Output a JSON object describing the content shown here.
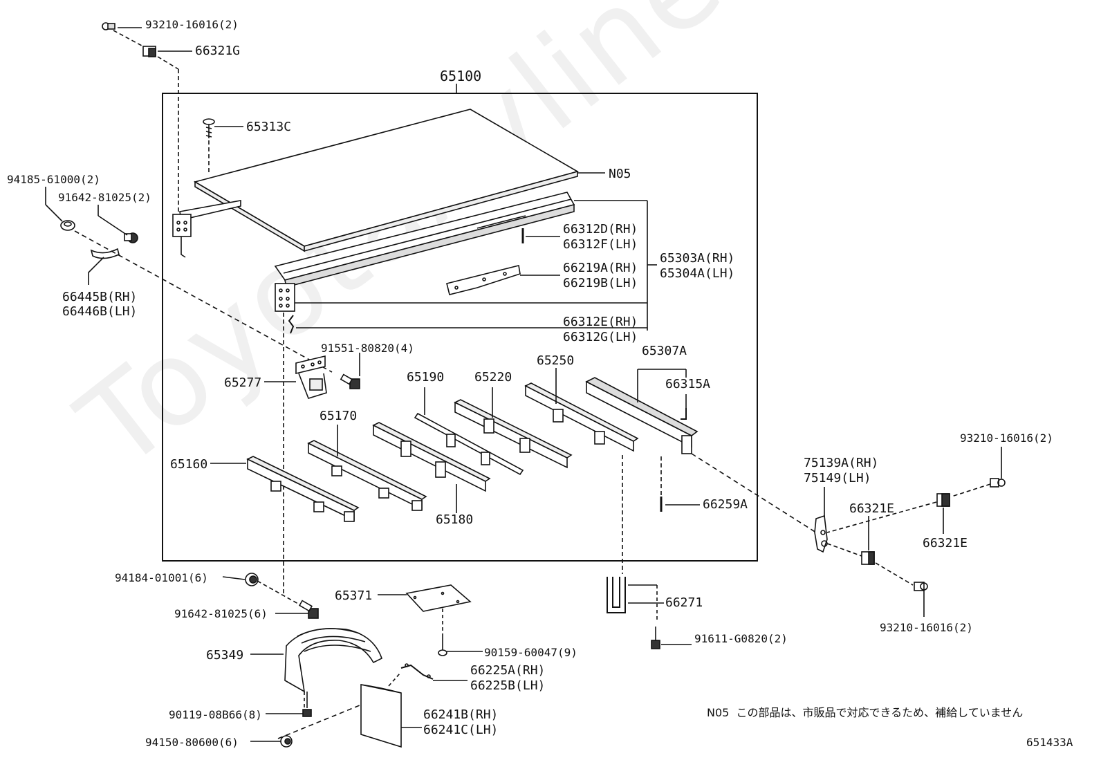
{
  "watermark": "ToyotaAvline.ru",
  "diagram_code": "651433A",
  "note": {
    "code": "N05",
    "text": "この部品は、市販品で対応できるため、補給していません"
  },
  "labels": {
    "p93210_top": "93210-16016(2)",
    "p66321G": "66321G",
    "p65100": "65100",
    "p65313C": "65313C",
    "pN05": "N05",
    "p94185": "94185-61000(2)",
    "p91642_top": "91642-81025(2)",
    "p66445B": "66445B(RH)",
    "p66446B": "66446B(LH)",
    "p66312D": "66312D(RH)",
    "p66312F": "66312F(LH)",
    "p65303A": "65303A(RH)",
    "p65304A": "65304A(LH)",
    "p66219A": "66219A(RH)",
    "p66219B": "66219B(LH)",
    "p66312E": "66312E(RH)",
    "p66312G": "66312G(LH)",
    "p91551": "91551-80820(4)",
    "p65307A": "65307A",
    "p65277": "65277",
    "p65190": "65190",
    "p65220": "65220",
    "p65250": "65250",
    "p66315A": "66315A",
    "p65170": "65170",
    "p65160": "65160",
    "p65180": "65180",
    "p66259A": "66259A",
    "p93210_right": "93210-16016(2)",
    "p75139A": "75139A(RH)",
    "p75149": "75149(LH)",
    "p66321E_a": "66321E",
    "p66321E_b": "66321E",
    "p94184": "94184-01001(6)",
    "p65371": "65371",
    "p66271": "66271",
    "p91642_bottom": "91642-81025(6)",
    "p90159": "90159-60047(9)",
    "p91611": "91611-G0820(2)",
    "p93210_bottom": "93210-16016(2)",
    "p65349": "65349",
    "p66225A": "66225A(RH)",
    "p66225B": "66225B(LH)",
    "p90119": "90119-08B66(8)",
    "p66241B": "66241B(RH)",
    "p66241C": "66241C(LH)",
    "p94150": "94150-80600(6)"
  }
}
